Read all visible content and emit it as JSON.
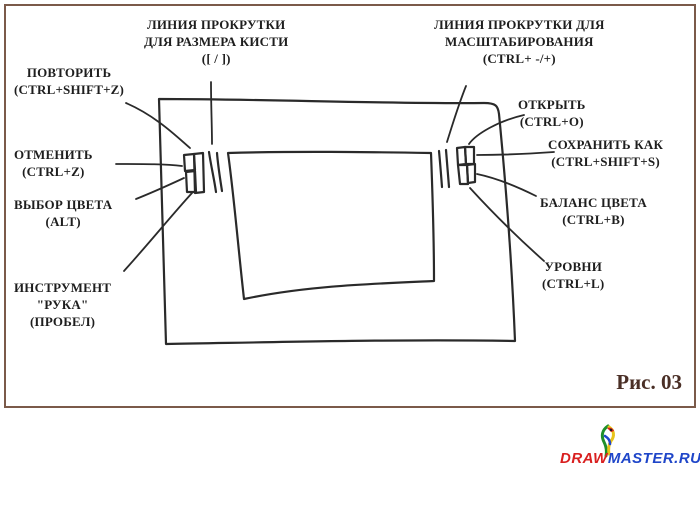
{
  "labels": {
    "brush_scroll": [
      "ЛИНИЯ ПРОКРУТКИ",
      "ДЛЯ РАЗМЕРА КИСТИ",
      "([ / ])"
    ],
    "zoom_scroll": [
      "ЛИНИЯ ПРОКРУТКИ ДЛЯ",
      "МАСШТАБИРОВАНИЯ",
      "(CTRL+ -/+)"
    ],
    "redo": [
      "ПОВТОРИТЬ",
      "(CTRL+SHIFT+Z)"
    ],
    "undo": [
      "ОТМЕНИТЬ",
      "(CTRL+Z)"
    ],
    "color_pick": [
      "ВЫБОР ЦВЕТА",
      "(ALT)"
    ],
    "hand_tool": [
      "ИНСТРУМЕНТ",
      "\"РУКА\"",
      "(ПРОБЕЛ)"
    ],
    "open": [
      "ОТКРЫТЬ",
      "(CTRL+O)"
    ],
    "save_as": [
      "СОХРАНИТЬ КАК",
      "(CTRL+SHIFT+S)"
    ],
    "color_balance": [
      "БАЛАНС ЦВЕТА",
      "(CTRL+B)"
    ],
    "levels": [
      "УРОВНИ",
      "(CTRL+L)"
    ]
  },
  "caption": "Рис. 03",
  "brand": {
    "part1": "DRAW",
    "part2": "MASTER.RU",
    "icon": "parrot-icon",
    "colors": {
      "draw": "#d91f1f",
      "master": "#1f46c9"
    }
  },
  "colors": {
    "frame_border": "#7b5a4a",
    "ink": "#1e1e1e",
    "caption": "#4a2f26"
  }
}
